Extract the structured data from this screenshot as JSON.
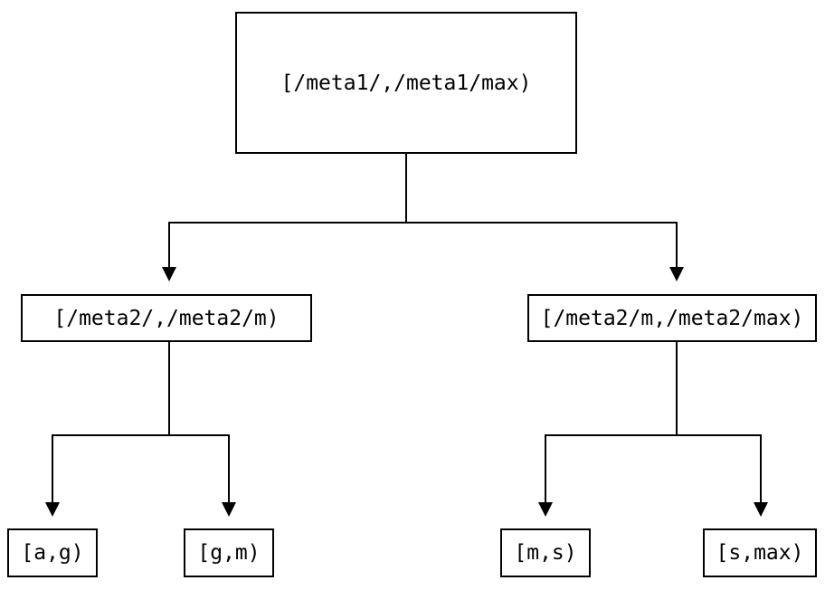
{
  "diagram": {
    "type": "tree",
    "background_color": "#ffffff",
    "line_color": "#000000",
    "text_color": "#000000",
    "nodes": {
      "root": {
        "label": "[/meta1/,/meta1/max)"
      },
      "left_child": {
        "label": "[/meta2/,/meta2/m)"
      },
      "right_child": {
        "label": "[/meta2/m,/meta2/max)"
      },
      "leaf_a_g": {
        "label": "[a,g)"
      },
      "leaf_g_m": {
        "label": "[g,m)"
      },
      "leaf_m_s": {
        "label": "[m,s)"
      },
      "leaf_s_max": {
        "label": "[s,max)"
      }
    },
    "edges": [
      {
        "from": "root",
        "to": "left_child"
      },
      {
        "from": "root",
        "to": "right_child"
      },
      {
        "from": "left_child",
        "to": "leaf_a_g"
      },
      {
        "from": "left_child",
        "to": "leaf_g_m"
      },
      {
        "from": "right_child",
        "to": "leaf_m_s"
      },
      {
        "from": "right_child",
        "to": "leaf_s_max"
      }
    ]
  }
}
